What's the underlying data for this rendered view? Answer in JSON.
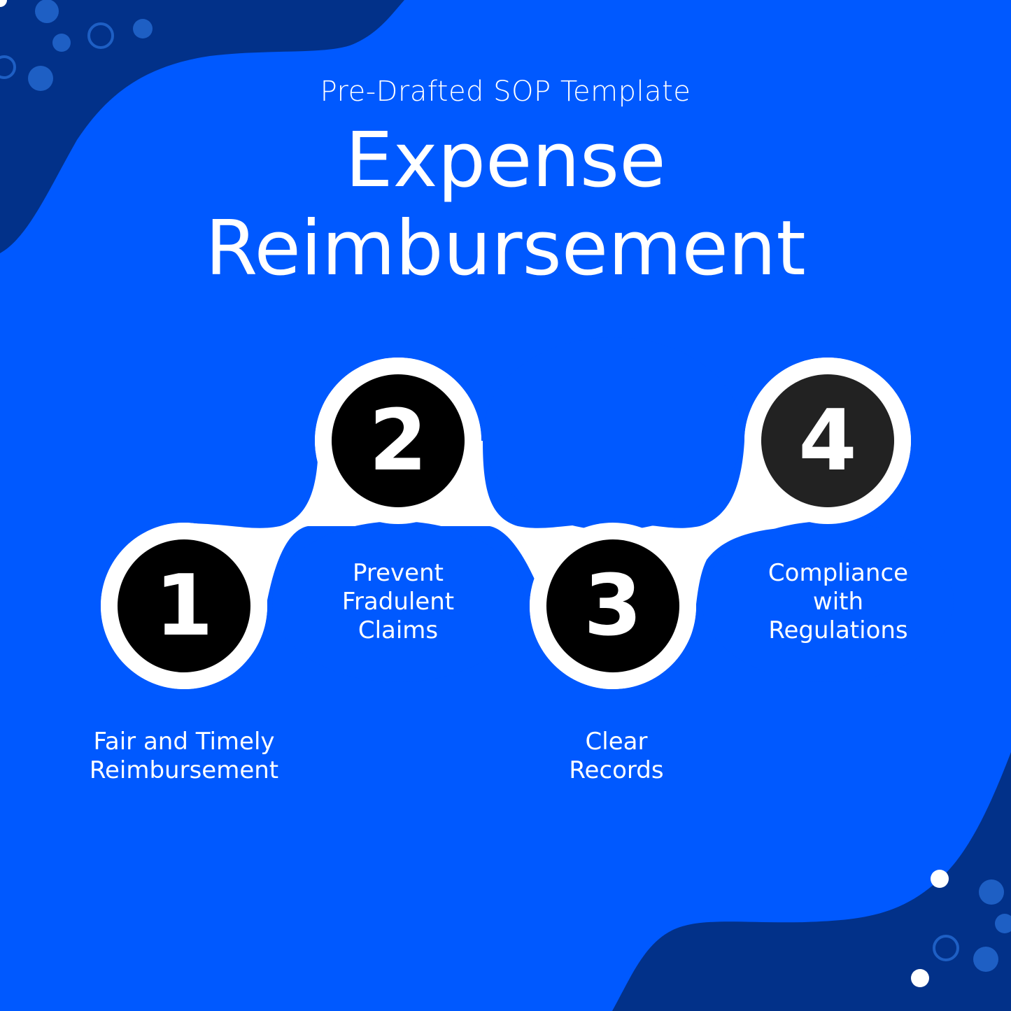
{
  "header": {
    "subtitle": "Pre-Drafted SOP Template",
    "title_line1": "Expense",
    "title_line2": "Reimbursement"
  },
  "steps": [
    {
      "number": "1",
      "label_line1": "Fair and Timely",
      "label_line2": "Reimbursement",
      "label_line3": ""
    },
    {
      "number": "2",
      "label_line1": "Prevent",
      "label_line2": "Fradulent",
      "label_line3": "Claims"
    },
    {
      "number": "3",
      "label_line1": "Clear",
      "label_line2": "Records",
      "label_line3": ""
    },
    {
      "number": "4",
      "label_line1": "Compliance",
      "label_line2": "with",
      "label_line3": "Regulations"
    }
  ],
  "colors": {
    "background": "#0059ff",
    "corner_shape": "#023189",
    "dot_accent": "#1e5fc4",
    "step_circle": "#000000",
    "step_circle_4": "#222222",
    "connector": "#ffffff"
  }
}
